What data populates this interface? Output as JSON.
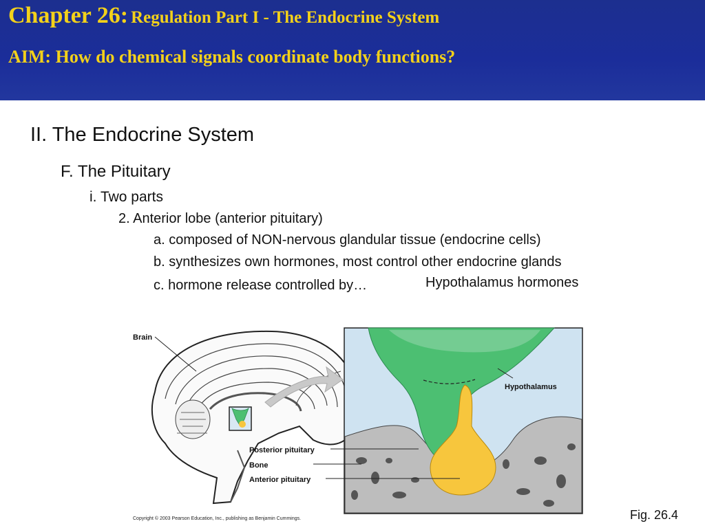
{
  "header": {
    "chapter": "Chapter 26:",
    "subtitle": "Regulation Part I - The Endocrine System",
    "aim": "AIM: How do chemical signals coordinate body functions?"
  },
  "outline": {
    "section": "II. The Endocrine System",
    "subsection": "F. The Pituitary",
    "point": "i. Two parts",
    "item": "2. Anterior lobe (anterior pituitary)",
    "a": "a. composed of NON-nervous glandular tissue (endocrine cells)",
    "b": "b. synthesizes own hormones, most control other endocrine glands",
    "c": "c. hormone release controlled by…",
    "c_answer": "Hypothalamus hormones"
  },
  "figure": {
    "brain": "Brain",
    "hypothalamus": "Hypothalamus",
    "posterior": "Posterior pituitary",
    "bone": "Bone",
    "anterior": "Anterior pituitary",
    "copyright": "Copyright © 2003 Pearson Education, Inc., publishing as Benjamin Cummings.",
    "number": "Fig. 26.4"
  },
  "colors": {
    "header_bg": "#1c2f8f",
    "header_text": "#f3d11a",
    "green": "#4cbf72",
    "yellow": "#f7c63d",
    "bone_gray": "#bdbdbd",
    "sky": "#cfe3f1"
  }
}
